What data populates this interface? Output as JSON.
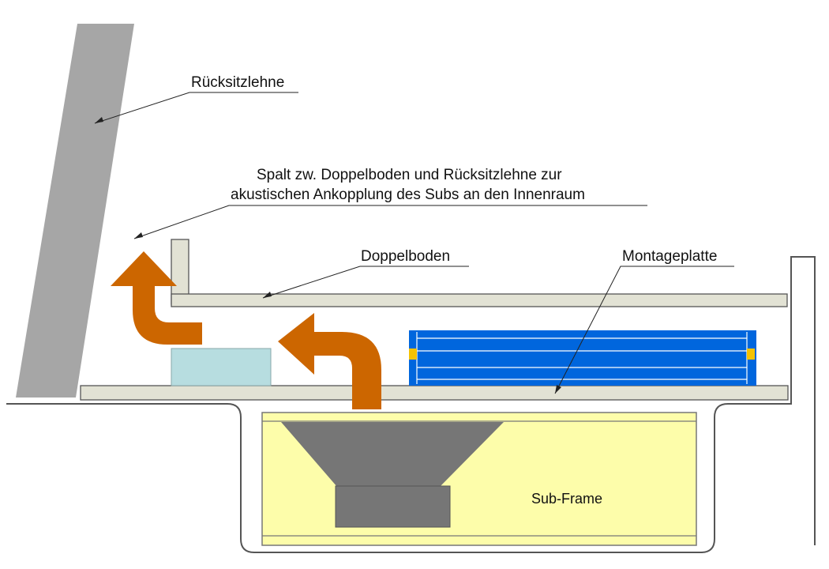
{
  "labels": {
    "backrest": "Rücksitzlehne",
    "gap_line1": "Spalt zw. Doppelboden und Rücksitzlehne zur",
    "gap_line2": "akustischen Ankopplung des Subs an den Innenraum",
    "double_floor": "Doppelboden",
    "mounting_plate": "Montageplatte",
    "sub_frame": "Sub-Frame"
  },
  "colors": {
    "backrest": "#a6a6a6",
    "floor_panel": "#e2e2d4",
    "panel_stroke": "#555555",
    "sub_frame": "#fdfdaa",
    "speaker": "#767676",
    "airflow_arrow": "#cc6600",
    "light_box": "#b7dde0",
    "amplifier": "#0066dd",
    "amplifier_accent": "#f5c200",
    "body_line": "#555555"
  },
  "icons": {
    "airflow": "curved-arrow-icon"
  }
}
